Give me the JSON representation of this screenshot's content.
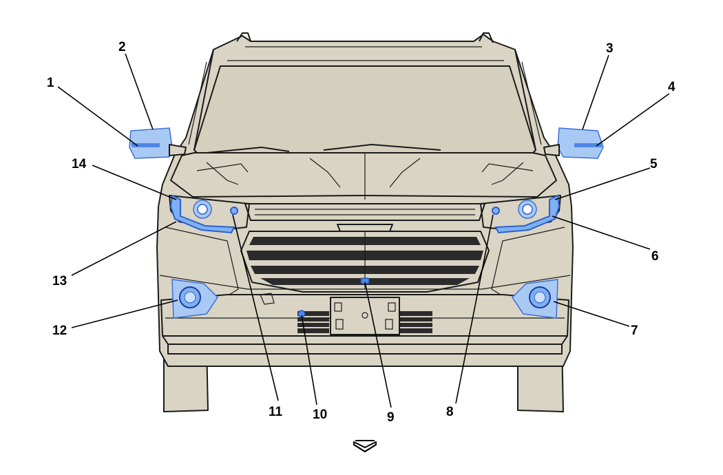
{
  "diagram": {
    "subject": "vehicle front view",
    "callouts": [
      {
        "id": 1,
        "label": "1"
      },
      {
        "id": 2,
        "label": "2"
      },
      {
        "id": 3,
        "label": "3"
      },
      {
        "id": 4,
        "label": "4"
      },
      {
        "id": 5,
        "label": "5"
      },
      {
        "id": 6,
        "label": "6"
      },
      {
        "id": 7,
        "label": "7"
      },
      {
        "id": 8,
        "label": "8"
      },
      {
        "id": 9,
        "label": "9"
      },
      {
        "id": 10,
        "label": "10"
      },
      {
        "id": 11,
        "label": "11"
      },
      {
        "id": 12,
        "label": "12"
      },
      {
        "id": 13,
        "label": "13"
      },
      {
        "id": 14,
        "label": "14"
      }
    ],
    "highlight_color": "#4f86e8",
    "body_color": "#d9d4c3",
    "direction_icon": "forward-arrow-icon"
  }
}
